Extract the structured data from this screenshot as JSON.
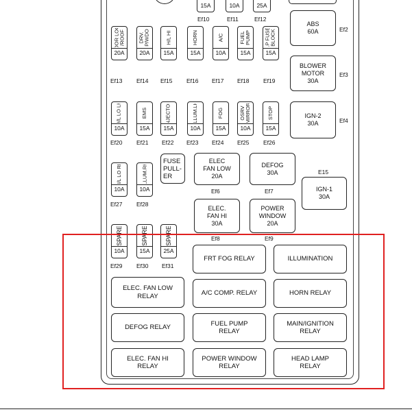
{
  "highlight_color": "#e02020",
  "top_fuses": [
    {
      "amp": "15A",
      "name": "Ef10"
    },
    {
      "amp": "10A",
      "name": "Ef11"
    },
    {
      "amp": "25A",
      "name": "Ef12"
    }
  ],
  "fuse_rows": [
    {
      "fuses": [
        {
          "label": "DOOR LOCK\n/ROOF",
          "amp": "20A",
          "name": "Ef13"
        },
        {
          "label": "DRV.\nP/WDO",
          "amp": "20A",
          "name": "Ef14"
        },
        {
          "label": "H/L HI",
          "amp": "15A",
          "name": "Ef15"
        },
        {
          "label": "HORN",
          "amp": "15A",
          "name": "Ef16"
        },
        {
          "label": "A/C",
          "amp": "10A",
          "name": "Ef17"
        },
        {
          "label": "FUEL\nPUMP",
          "amp": "15A",
          "name": "Ef18"
        },
        {
          "label": "I.P FUSE\nBLOCK",
          "amp": "15A",
          "name": "Ef19"
        }
      ]
    },
    {
      "fuses": [
        {
          "label": "H/L LO LH",
          "amp": "10A",
          "name": "Ef20"
        },
        {
          "label": "EMS",
          "amp": "15A",
          "name": "Ef21"
        },
        {
          "label": "INJECTOR",
          "amp": "15A",
          "name": "Ef22"
        },
        {
          "label": "ILLUM.LH",
          "amp": "10A",
          "name": "Ef23"
        },
        {
          "label": "FOG",
          "amp": "15A",
          "name": "Ef24"
        },
        {
          "label": "OSRV\nMIRROR",
          "amp": "10A",
          "name": "Ef25"
        },
        {
          "label": "STOP",
          "amp": "15A",
          "name": "Ef26"
        }
      ]
    },
    {
      "fuses": [
        {
          "label": "H/L LO RH",
          "amp": "10A",
          "name": "Ef27"
        },
        {
          "label": "ILLUM.RH",
          "amp": "10A",
          "name": "Ef28"
        }
      ]
    },
    {
      "fuses": [
        {
          "label": "SPARE",
          "amp": "10A",
          "name": "Ef29"
        },
        {
          "label": "SPARE",
          "amp": "15A",
          "name": "Ef30"
        },
        {
          "label": "SPARE",
          "amp": "25A",
          "name": "Ef31"
        }
      ]
    }
  ],
  "fuse_puller": "FUSE\nPULL-\nER",
  "mid_boxes": [
    {
      "label": "ELEC\nFAN LOW\n20A",
      "name": "Ef6"
    },
    {
      "label": "DEFOG\n30A",
      "name": "Ef7"
    },
    {
      "label": "ELEC.\nFAN HI\n30A",
      "name": "Ef8"
    },
    {
      "label": "POWER\nWINDOW\n20A",
      "name": "Ef9"
    }
  ],
  "right_boxes": [
    {
      "label": "ABS\n60A",
      "name": "Ef2"
    },
    {
      "label": "BLOWER\nMOTOR\n30A",
      "name": "Ef3"
    },
    {
      "label": "IGN-2\n30A",
      "name": "Ef4"
    }
  ],
  "ign1": {
    "label": "IGN-1\n30A",
    "name": "E15"
  },
  "relays": [
    "FRT FOG RELAY",
    "ILLUMINATION",
    "ELEC. FAN LOW\nRELAY",
    "A/C COMP. RELAY",
    "HORN RELAY",
    "DEFOG RELAY",
    "FUEL PUMP\nRELAY",
    "MAIN/IGNITION\nRELAY",
    "ELEC. FAN HI\nRELAY",
    "POWER WINDOW\nRELAY",
    "HEAD LAMP\nRELAY"
  ]
}
